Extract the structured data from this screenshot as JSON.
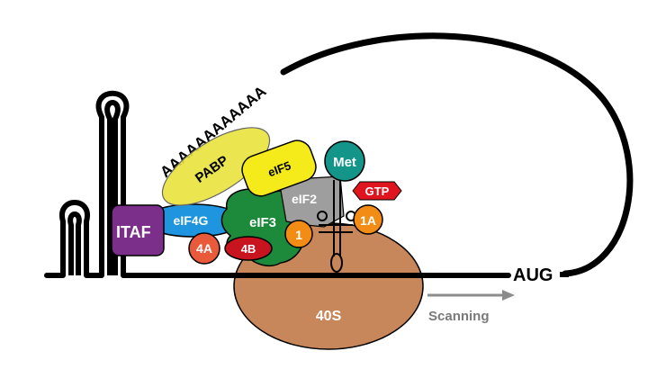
{
  "labels": {
    "itaf": "ITAF",
    "pabp": "PABP",
    "eif4g": "eIF4G",
    "eif3": "eIF3",
    "eif5": "eIF5",
    "eif2": "eIF2",
    "met": "Met",
    "gtp": "GTP",
    "eif1a": "1A",
    "eif1": "1",
    "eif4a": "4A",
    "eif4b": "4B",
    "ribosome_40s": "40S",
    "polya": "AAAAAAAAAAAA",
    "aug": "AUG",
    "scanning": "Scanning"
  },
  "colors": {
    "mrna": "#000000",
    "ribosome_40s": "#c8875a",
    "itaf": "#7b2e8a",
    "pabp": "#e9e23c",
    "eif4g": "#1f95e0",
    "eif3": "#1c8a3a",
    "eif5": "#f5ea1a",
    "eif2": "#9e9e9e",
    "met": "#14958a",
    "gtp": "#e0141e",
    "eif1": "#f28c14",
    "eif1a": "#f28c14",
    "eif4a": "#e85a3a",
    "eif4b": "#c8141e",
    "scanning_arrow": "#8c8c8c"
  }
}
